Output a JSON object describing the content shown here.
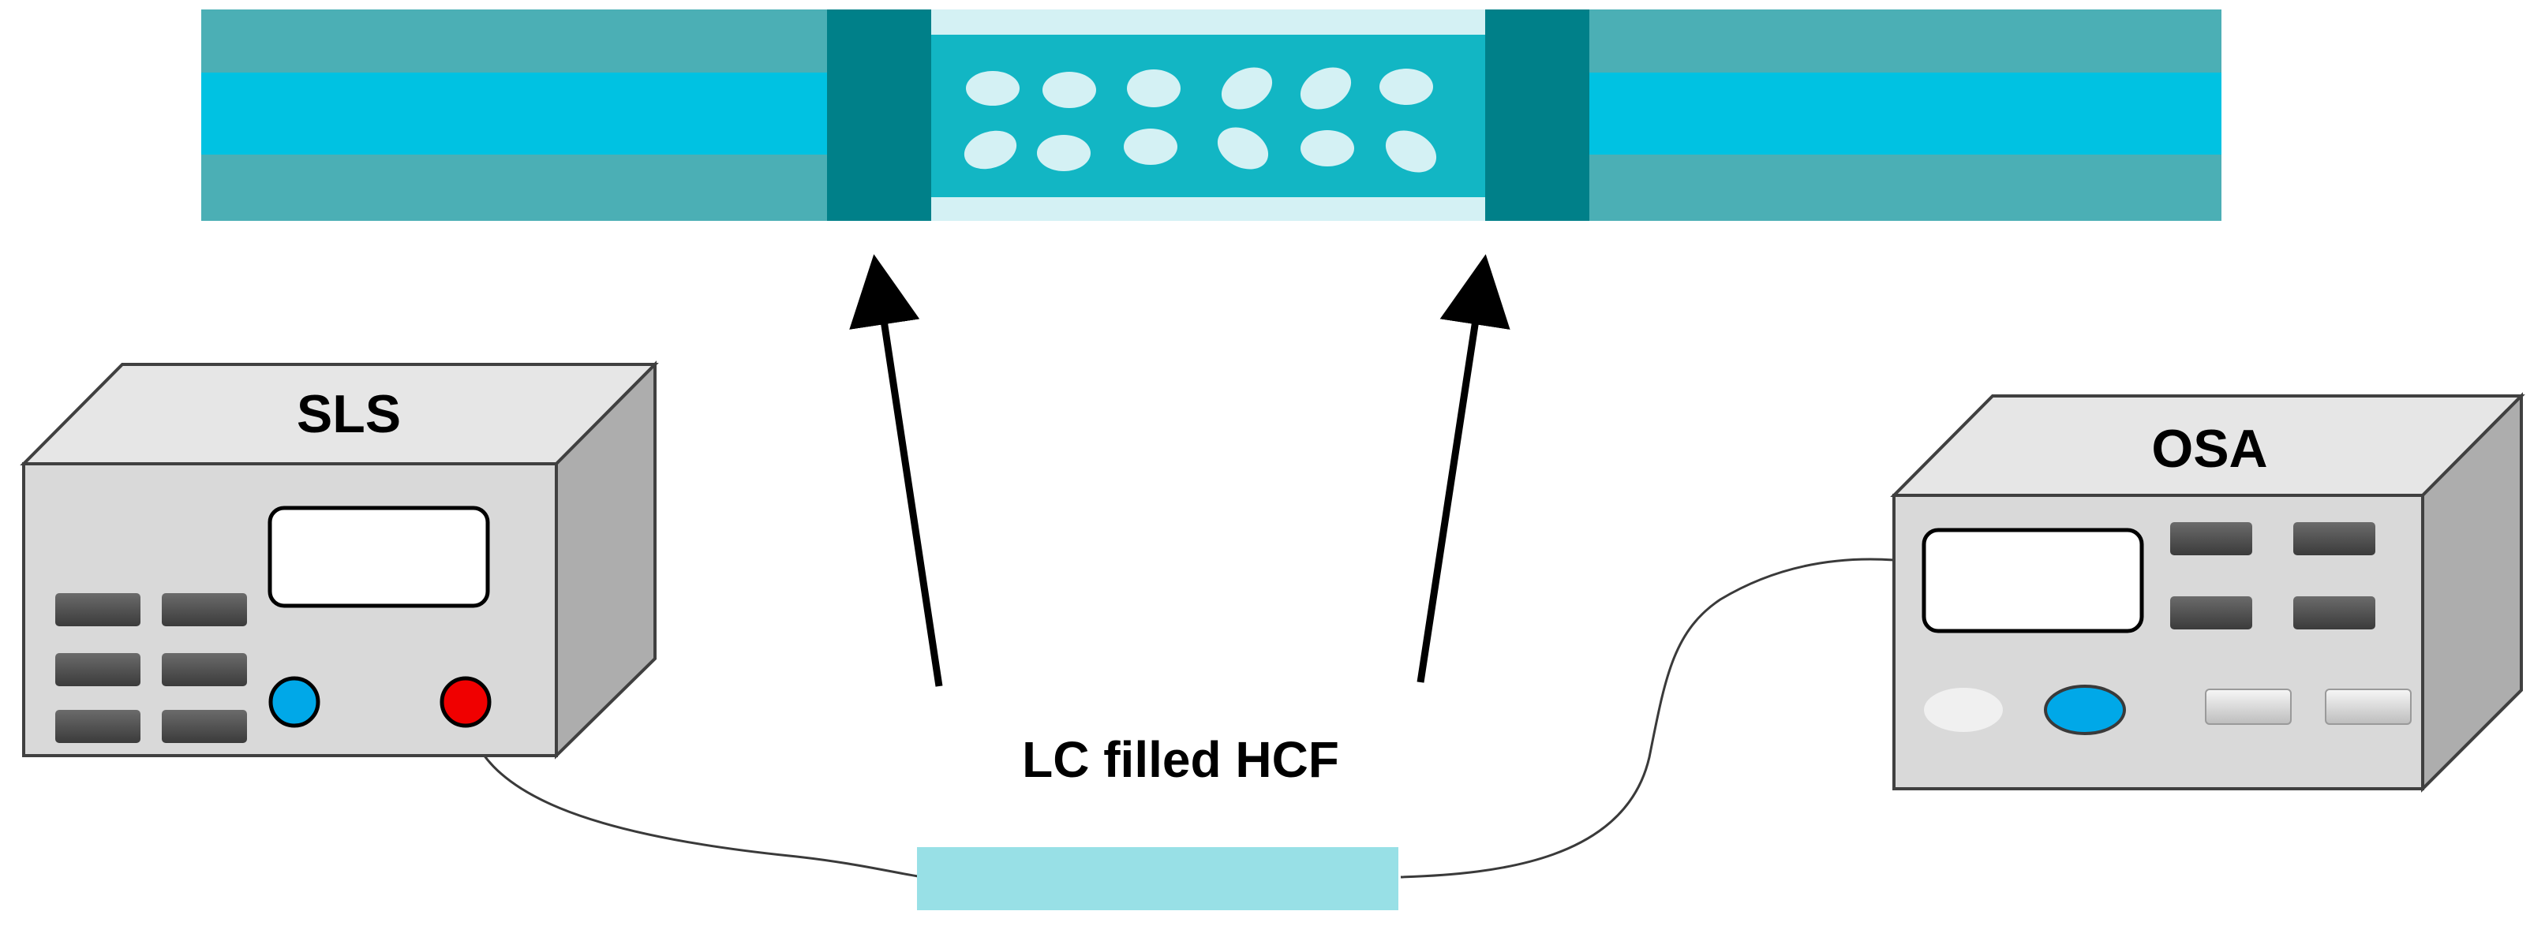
{
  "labels": {
    "source": "SLS",
    "analyzer": "OSA",
    "fiber": "LC filled HCF"
  },
  "colors": {
    "cladding": "#4BAFB5",
    "core": "#00C2E2",
    "connector": "#008089",
    "lc_core": "#12B6C4",
    "lc_cladding": "#D4F1F4",
    "molecule": "#D4F1F4",
    "fiber_sample": "#98E0E6",
    "instrument_face": "#D9D9D9",
    "instrument_top": "#E6E6E6",
    "instrument_side": "#ADADAD",
    "button_dark": "#4D4D4D",
    "knob_blue": "#00A8E8",
    "knob_red": "#F00000",
    "arrow": "#000000"
  }
}
